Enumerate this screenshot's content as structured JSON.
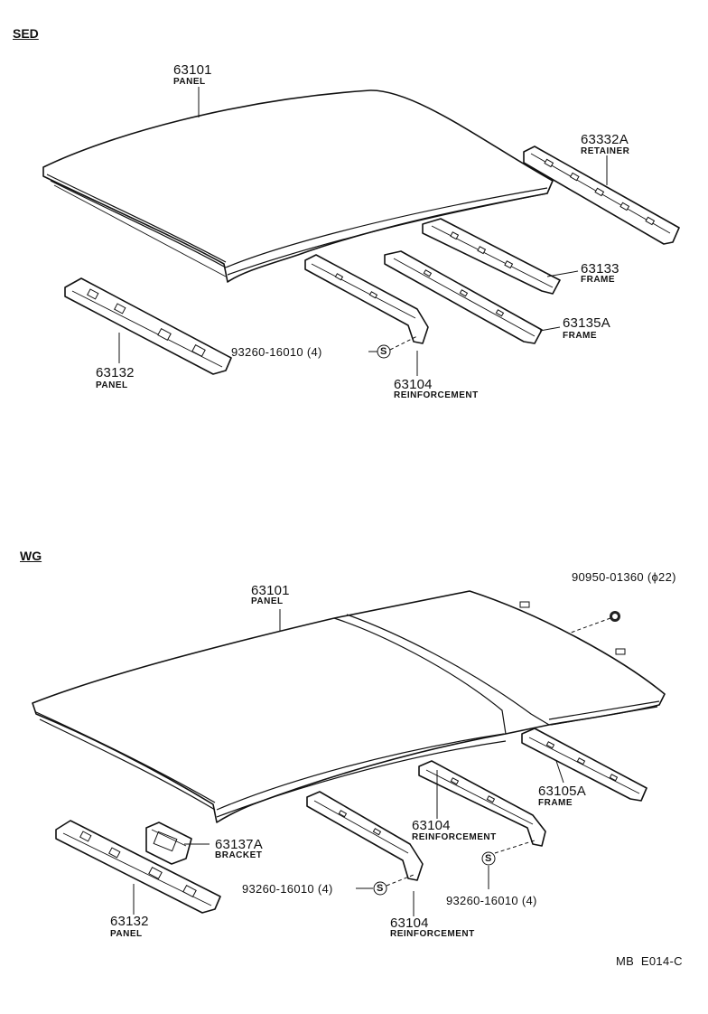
{
  "sections": {
    "sedan": {
      "title": "SED",
      "parts": [
        {
          "number": "63101",
          "name": "PANEL"
        },
        {
          "number": "63332A",
          "name": "RETAINER"
        },
        {
          "number": "63133",
          "name": "FRAME"
        },
        {
          "number": "63135A",
          "name": "FRAME"
        },
        {
          "number": "63132",
          "name": "PANEL"
        },
        {
          "number": "63104",
          "name": "REINFORCEMENT"
        }
      ],
      "screw": {
        "code": "93260-16010 (4)",
        "symbol": "S"
      }
    },
    "wagon": {
      "title": "WG",
      "parts": [
        {
          "number": "63101",
          "name": "PANEL"
        },
        {
          "number": "63105A",
          "name": "FRAME"
        },
        {
          "number": "63104",
          "name": "REINFORCEMENT"
        },
        {
          "number": "63137A",
          "name": "BRACKET"
        },
        {
          "number": "63132",
          "name": "PANEL"
        },
        {
          "number": "63104",
          "name": "REINFORCEMENT"
        }
      ],
      "plug": {
        "code": "90950-01360 (ϕ22)"
      },
      "screws": [
        {
          "code": "93260-16010 (4)",
          "symbol": "S"
        },
        {
          "code": "93260-16010 (4)",
          "symbol": "S"
        }
      ]
    }
  },
  "footer": {
    "code": "MB  E014-C"
  }
}
